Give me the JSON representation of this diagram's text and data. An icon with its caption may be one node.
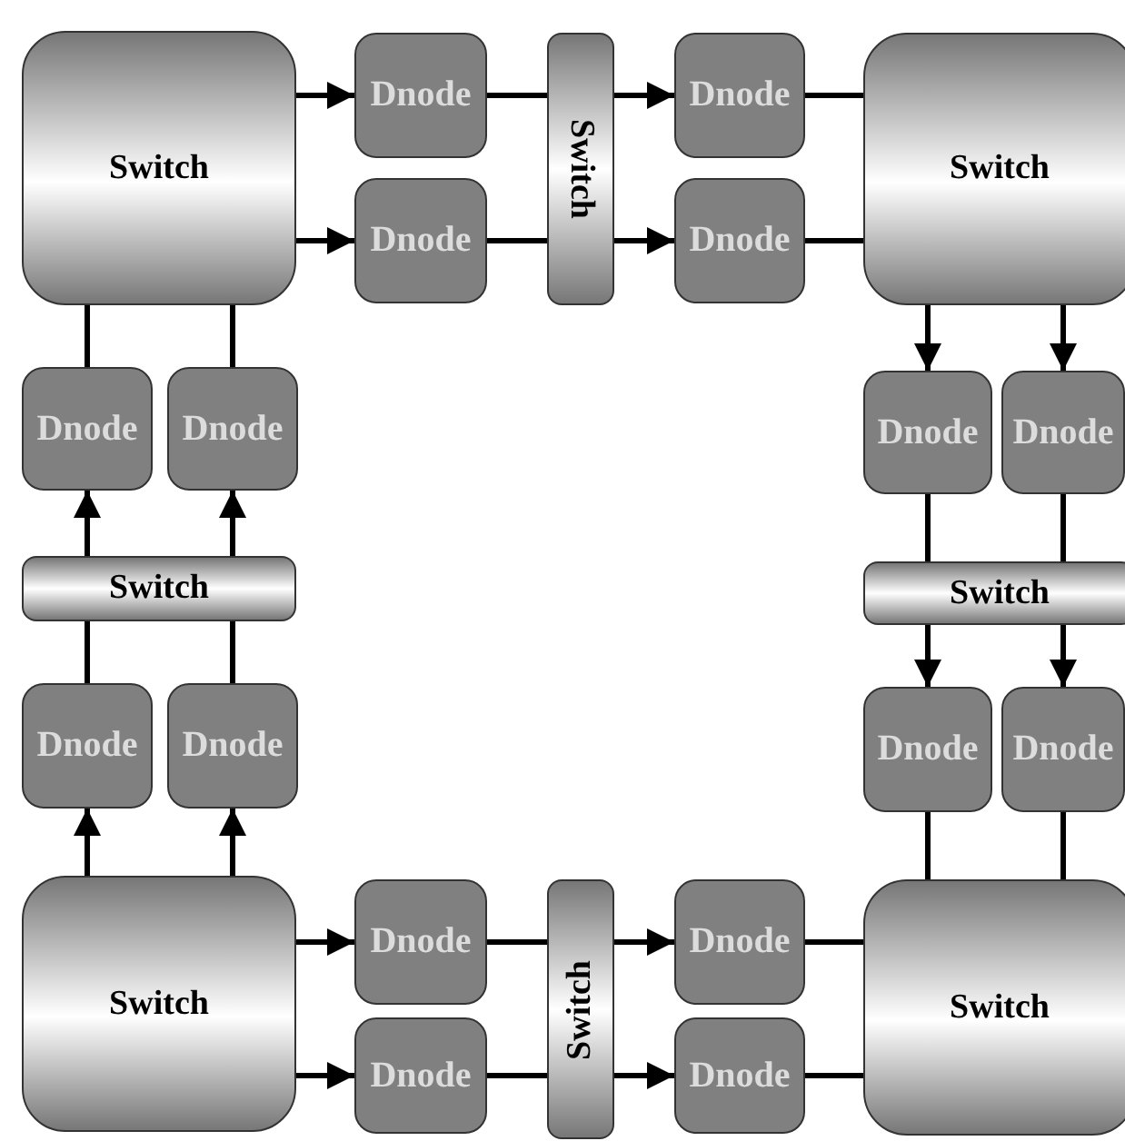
{
  "diagram": {
    "nodes": [
      {
        "text": [
          "Switch"
        ]
      },
      {
        "text": [
          "Dnode"
        ]
      },
      {
        "text": [
          "Switch"
        ]
      },
      {
        "text": [
          "Dnode"
        ]
      },
      {
        "text": [
          "Switch"
        ]
      },
      {
        "text": [
          "Dnode"
        ]
      },
      {
        "text": [
          "Dnode"
        ]
      },
      {
        "text": [
          "Dnode"
        ]
      },
      {
        "text": [
          "Dnode"
        ]
      },
      {
        "text": [
          "Dnode"
        ]
      },
      {
        "text": [
          "Dnode"
        ]
      },
      {
        "text": [
          "Switch"
        ]
      },
      {
        "text": [
          "Switch"
        ]
      },
      {
        "text": [
          "Dnode"
        ]
      },
      {
        "text": [
          "Dnode"
        ]
      },
      {
        "text": [
          "Dnode"
        ]
      },
      {
        "text": [
          "Dnode"
        ]
      },
      {
        "text": [
          "Switch"
        ]
      },
      {
        "text": [
          "Dnode"
        ]
      },
      {
        "text": [
          "Switch"
        ]
      },
      {
        "text": [
          "Dnode"
        ]
      },
      {
        "text": [
          "Switch"
        ]
      },
      {
        "text": [
          "Dnode"
        ]
      },
      {
        "text": [
          "Dnode"
        ]
      }
    ],
    "edges": [
      {
        "from": 0,
        "to": 1,
        "arrow": "to"
      },
      {
        "from": 0,
        "to": 5,
        "arrow": "to"
      },
      {
        "from": 1,
        "to": 2,
        "arrow": "none"
      },
      {
        "from": 5,
        "to": 2,
        "arrow": "none"
      },
      {
        "from": 2,
        "to": 3,
        "arrow": "to"
      },
      {
        "from": 2,
        "to": 6,
        "arrow": "to"
      },
      {
        "from": 3,
        "to": 4,
        "arrow": "none"
      },
      {
        "from": 6,
        "to": 4,
        "arrow": "none"
      },
      {
        "from": 4,
        "to": 9,
        "arrow": "to"
      },
      {
        "from": 4,
        "to": 10,
        "arrow": "to"
      },
      {
        "from": 9,
        "to": 12,
        "arrow": "none"
      },
      {
        "from": 10,
        "to": 12,
        "arrow": "none"
      },
      {
        "from": 12,
        "to": 15,
        "arrow": "to"
      },
      {
        "from": 12,
        "to": 16,
        "arrow": "to"
      },
      {
        "from": 15,
        "to": 21,
        "arrow": "none"
      },
      {
        "from": 16,
        "to": 21,
        "arrow": "none"
      },
      {
        "from": 17,
        "to": 13,
        "arrow": "to"
      },
      {
        "from": 17,
        "to": 14,
        "arrow": "to"
      },
      {
        "from": 13,
        "to": 11,
        "arrow": "none"
      },
      {
        "from": 14,
        "to": 11,
        "arrow": "none"
      },
      {
        "from": 11,
        "to": 7,
        "arrow": "to"
      },
      {
        "from": 11,
        "to": 8,
        "arrow": "to"
      },
      {
        "from": 7,
        "to": 0,
        "arrow": "none"
      },
      {
        "from": 8,
        "to": 0,
        "arrow": "none"
      },
      {
        "from": 17,
        "to": 18,
        "arrow": "to"
      },
      {
        "from": 17,
        "to": 22,
        "arrow": "to"
      },
      {
        "from": 18,
        "to": 19,
        "arrow": "none"
      },
      {
        "from": 22,
        "to": 19,
        "arrow": "none"
      },
      {
        "from": 19,
        "to": 20,
        "arrow": "to"
      },
      {
        "from": 19,
        "to": 23,
        "arrow": "to"
      },
      {
        "from": 20,
        "to": 21,
        "arrow": "none"
      },
      {
        "from": 23,
        "to": 21,
        "arrow": "none"
      }
    ]
  }
}
